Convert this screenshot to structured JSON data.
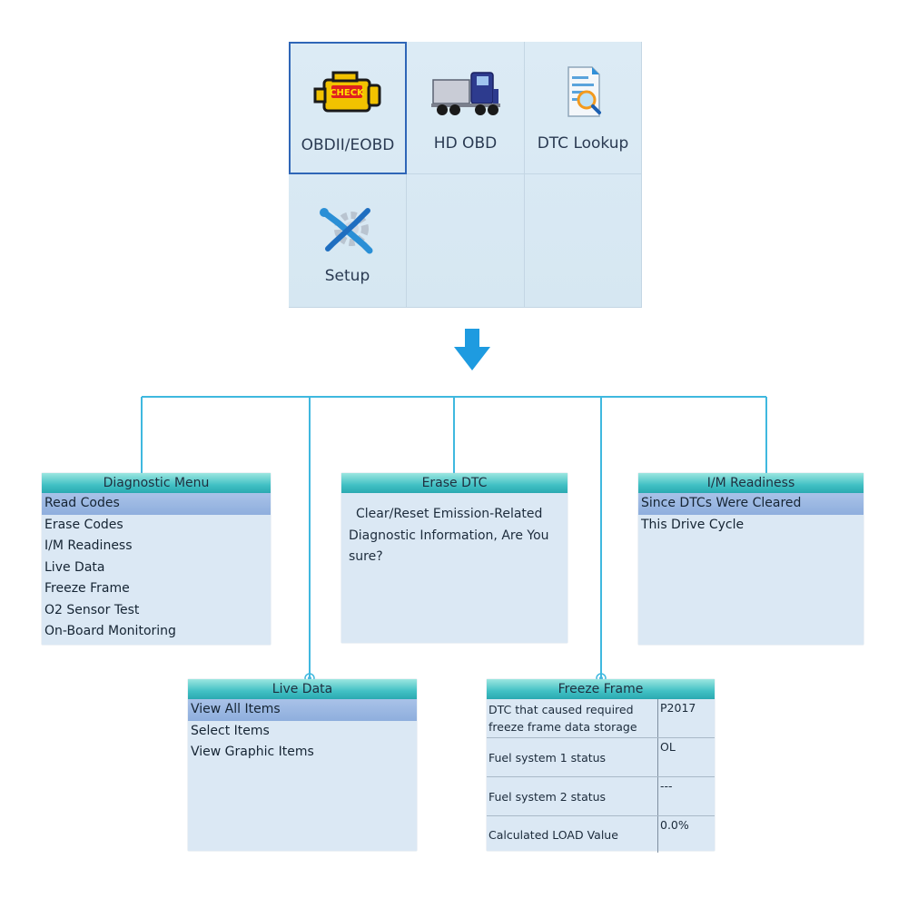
{
  "main_menu": {
    "tiles": [
      {
        "label": "OBDII/EOBD",
        "icon": "check-engine-icon",
        "selected": true
      },
      {
        "label": "HD OBD",
        "icon": "truck-icon"
      },
      {
        "label": "DTC Lookup",
        "icon": "document-search-icon"
      },
      {
        "label": "Setup",
        "icon": "wrench-gear-icon"
      },
      {
        "label": ""
      },
      {
        "label": ""
      }
    ],
    "check_badge": "CHECK"
  },
  "diagnostic_menu": {
    "title": "Diagnostic Menu",
    "items": [
      "Read Codes",
      "Erase Codes",
      "I/M Readiness",
      "Live Data",
      "Freeze Frame",
      "O2 Sensor Test",
      "On-Board Monitoring"
    ]
  },
  "erase_dtc": {
    "title": "Erase DTC",
    "lines": [
      "Clear/Reset Emission-Related",
      "Diagnostic Information, Are You",
      "sure?"
    ]
  },
  "im_readiness": {
    "title": "I/M Readiness",
    "items": [
      "Since DTCs Were Cleared",
      "This Drive Cycle"
    ]
  },
  "live_data": {
    "title": "Live Data",
    "items": [
      "View All Items",
      "Select Items",
      "View Graphic Items"
    ]
  },
  "freeze_frame": {
    "title": "Freeze Frame",
    "rows": [
      {
        "name_line1": "DTC that caused required",
        "name_line2": "freeze frame data storage",
        "value": "P2017"
      },
      {
        "name": "Fuel system 1 status",
        "value": "OL"
      },
      {
        "name": "Fuel system 2 status",
        "value": "---"
      },
      {
        "name": "Calculated LOAD Value",
        "value": "0.0%"
      }
    ]
  },
  "colors": {
    "accent_line": "#3fb8df",
    "title_bar": "#41c0c4",
    "highlight": "#8eaedd",
    "selected_border": "#2f66b7"
  }
}
